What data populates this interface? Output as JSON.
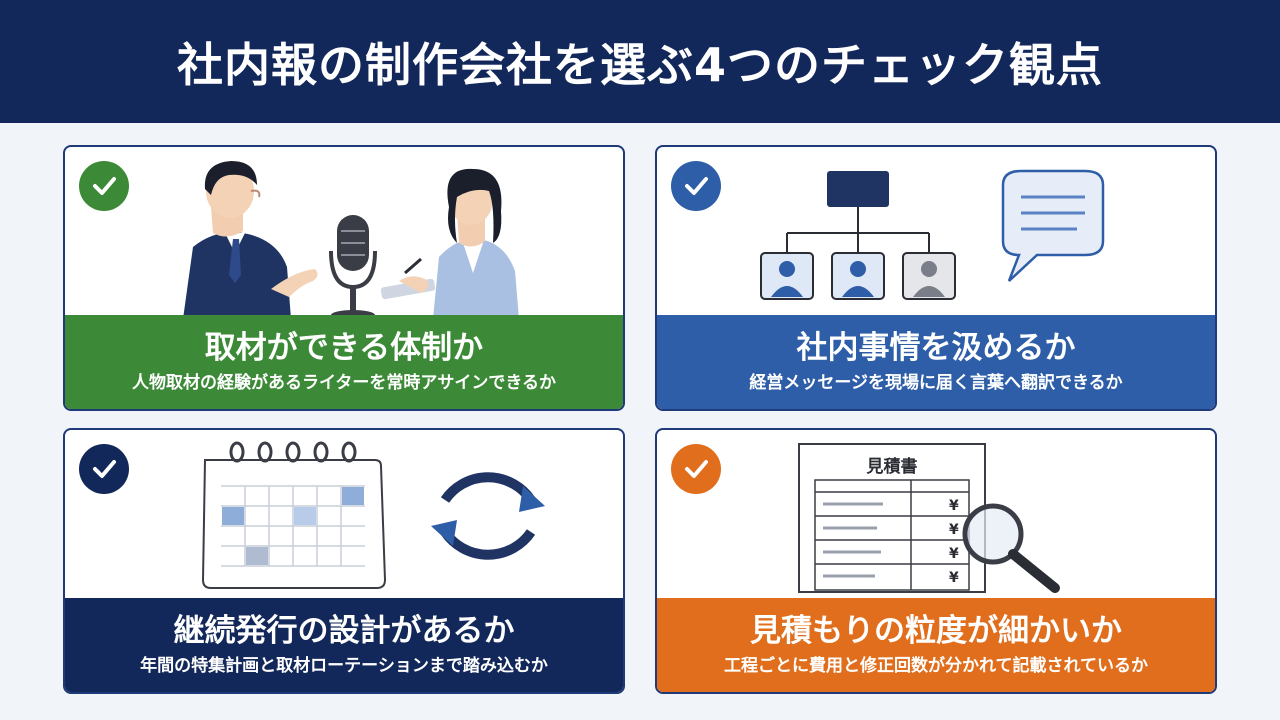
{
  "header": {
    "title": "社内報の制作会社を選ぶ4つのチェック観点"
  },
  "cards": [
    {
      "title": "取材ができる体制か",
      "subtitle": "人物取材の経験があるライターを常時アサインできるか",
      "color": "#3c8a37",
      "icon": "interview-illustration"
    },
    {
      "title": "社内事情を汲めるか",
      "subtitle": "経営メッセージを現場に届く言葉へ翻訳できるか",
      "color": "#2e5ea8",
      "icon": "org-chart-illustration"
    },
    {
      "title": "継続発行の設計があるか",
      "subtitle": "年間の特集計画と取材ローテーションまで踏み込むか",
      "color": "#13285a",
      "icon": "calendar-cycle-illustration"
    },
    {
      "title": "見積もりの粒度が細かいか",
      "subtitle": "工程ごとに費用と修正回数が分かれて記載されているか",
      "color": "#e06e1c",
      "icon": "estimate-illustration",
      "estimate": {
        "doc_title": "見積書",
        "currency": "¥"
      }
    }
  ]
}
